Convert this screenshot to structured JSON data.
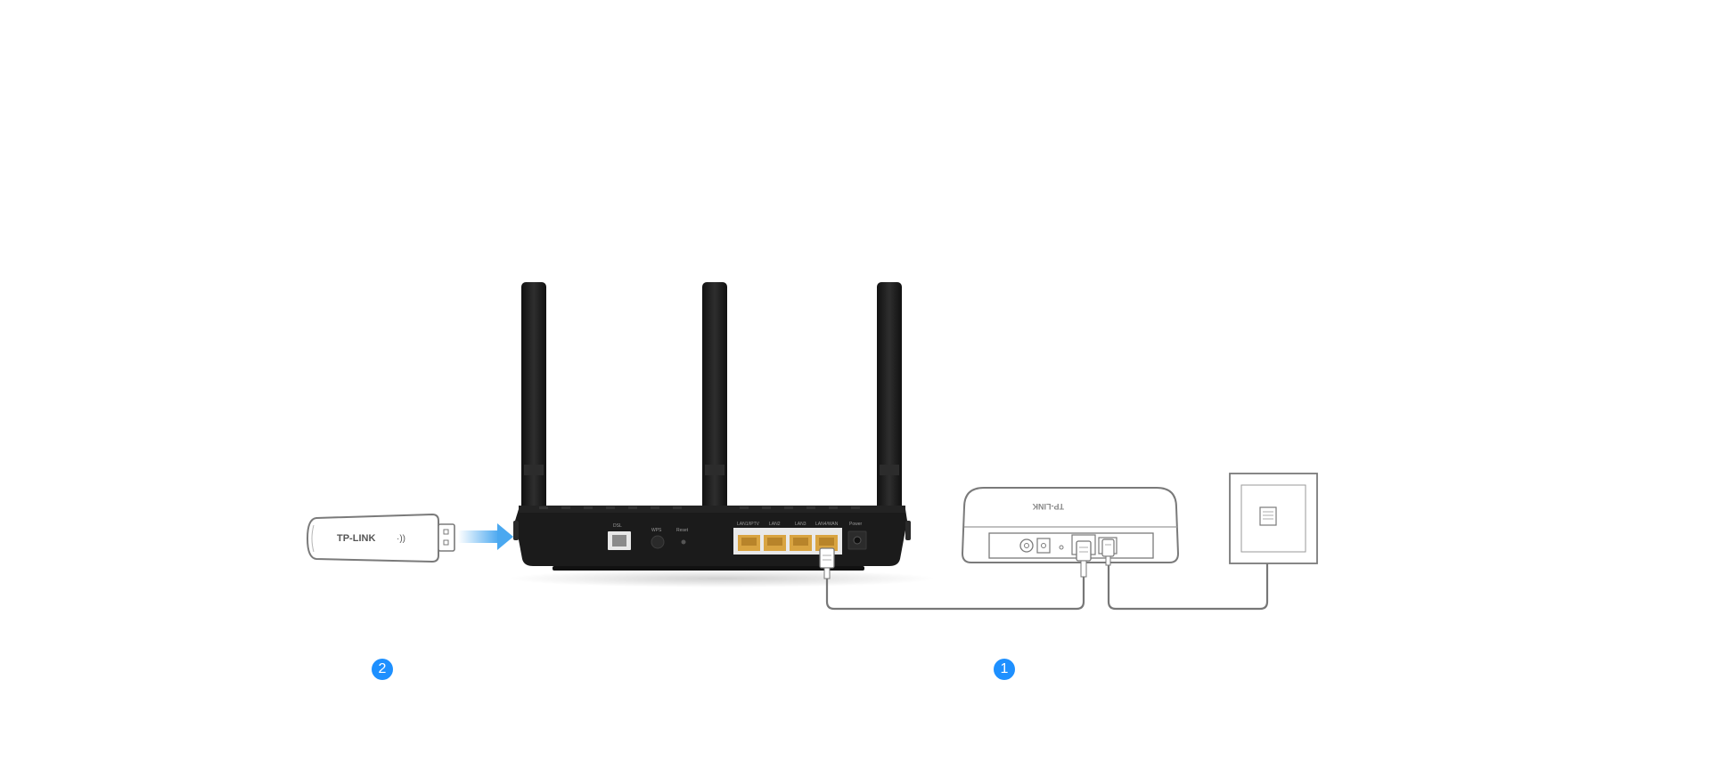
{
  "usb_modem": {
    "brand": "TP-LINK",
    "signal_glyph": "·))"
  },
  "router": {
    "ports": {
      "dsl": "DSL",
      "wps": "WPS",
      "reset": "Reset",
      "lan1": "LAN1/IPTV",
      "lan2": "LAN2",
      "lan3": "LAN3",
      "lan4": "LAN4/WAN",
      "power": "Power"
    }
  },
  "modem_box": {
    "brand": "TP-LINK"
  },
  "steps": {
    "step_usb": "2",
    "step_dsl": "1"
  },
  "colors": {
    "accent": "#1e90ff",
    "arrow": "#4aa8f0",
    "router_body": "#1b1b1b",
    "lan_port": "#d9a441",
    "outline": "#6b6b6b"
  }
}
